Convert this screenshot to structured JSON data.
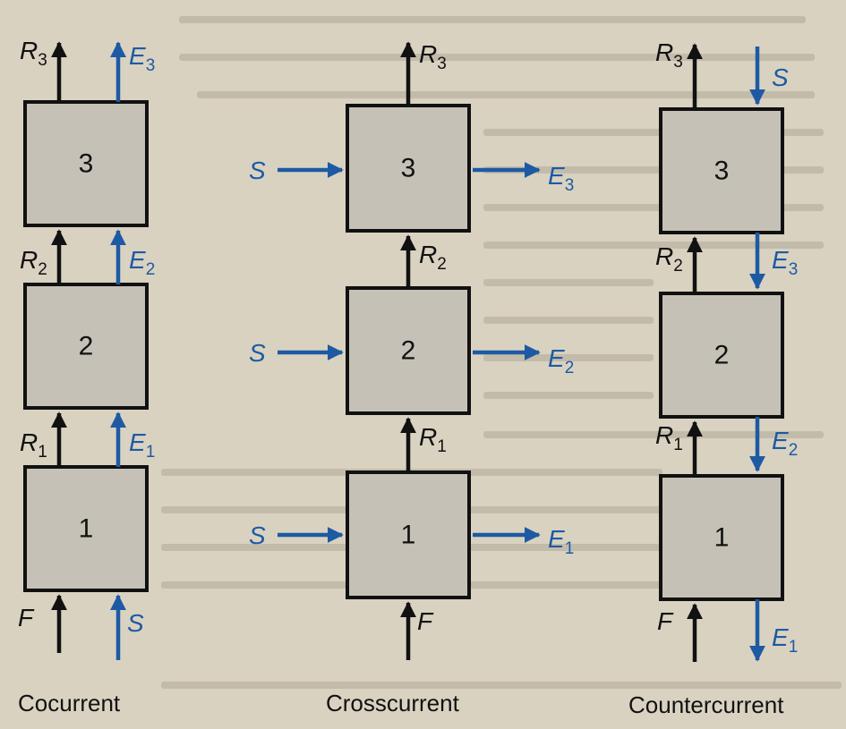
{
  "colors": {
    "raffinate": "#111111",
    "solvent": "#1d5aa3"
  },
  "panels": [
    {
      "caption": "Cocurrent",
      "stages": [
        "1",
        "2",
        "3"
      ],
      "feed": "F",
      "solvent": "S",
      "raffinate": [
        {
          "l": "R",
          "s": "1"
        },
        {
          "l": "R",
          "s": "2"
        },
        {
          "l": "R",
          "s": "3"
        }
      ],
      "extract": [
        {
          "l": "E",
          "s": "1"
        },
        {
          "l": "E",
          "s": "2"
        },
        {
          "l": "E",
          "s": "3"
        }
      ]
    },
    {
      "caption": "Crosscurrent",
      "stages": [
        "1",
        "2",
        "3"
      ],
      "feed": "F",
      "solvent": [
        "S",
        "S",
        "S"
      ],
      "raffinate": [
        {
          "l": "R",
          "s": "1"
        },
        {
          "l": "R",
          "s": "2"
        },
        {
          "l": "R",
          "s": "3"
        }
      ],
      "extract": [
        {
          "l": "E",
          "s": "1"
        },
        {
          "l": "E",
          "s": "2"
        },
        {
          "l": "E",
          "s": "3"
        }
      ]
    },
    {
      "caption": "Countercurrent",
      "stages": [
        "1",
        "2",
        "3"
      ],
      "feed": "F",
      "solvent": "S",
      "raffinate": [
        {
          "l": "R",
          "s": "1"
        },
        {
          "l": "R",
          "s": "2"
        },
        {
          "l": "R",
          "s": "3"
        }
      ],
      "extract": [
        {
          "l": "E",
          "s": "1"
        },
        {
          "l": "E",
          "s": "2"
        },
        {
          "l": "E",
          "s": "3"
        }
      ]
    }
  ]
}
